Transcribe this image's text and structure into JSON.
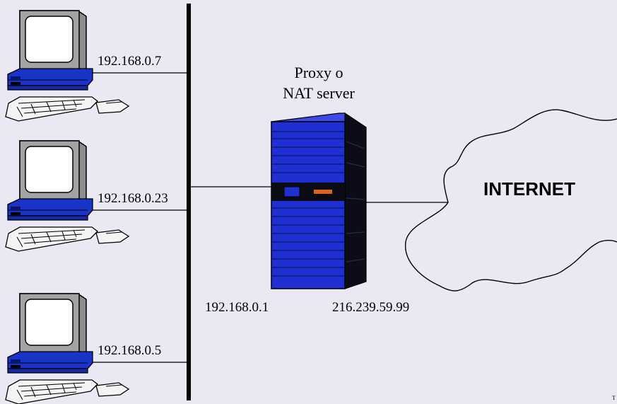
{
  "hosts": [
    {
      "ip": "192.168.0.7"
    },
    {
      "ip": "192.168.0.23"
    },
    {
      "ip": "192.168.0.5"
    }
  ],
  "server": {
    "title_line1": "Proxy o",
    "title_line2": "NAT server",
    "lan_ip": "192.168.0.1",
    "wan_ip": "216.239.59.99"
  },
  "cloud": {
    "label": "INTERNET"
  },
  "corner_text": "T",
  "colors": {
    "background": "#e9e8f3",
    "monitor_screen": "#ffffff",
    "monitor_case": "#9a9a9a",
    "computer_base": "#1a33c9",
    "server_body": "#1f2fd1",
    "server_side": "#0c0c18",
    "server_orange_led": "#d8651f"
  },
  "icons": [
    "desktop-computer-icon",
    "keyboard-icon",
    "mouse-icon",
    "server-tower-icon",
    "cloud-icon"
  ]
}
